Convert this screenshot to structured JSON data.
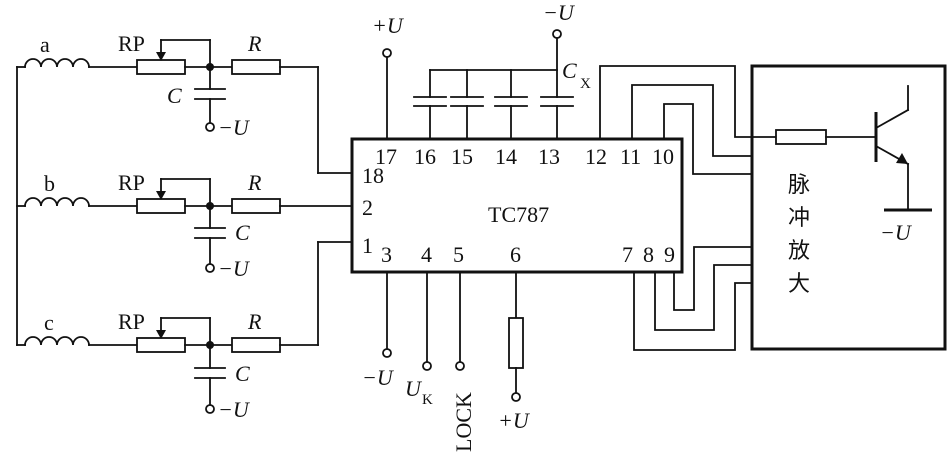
{
  "labels": {
    "coil_a": "a",
    "coil_b": "b",
    "coil_c": "c",
    "rp_a": "RP",
    "rp_b": "RP",
    "rp_c": "RP",
    "r_a": "R",
    "r_b": "R",
    "r_c": "R",
    "c_a": "C",
    "c_b": "C",
    "c_c": "C",
    "neg_u_a": "−U",
    "neg_u_b": "−U",
    "neg_u_c": "−U",
    "pos_u_17": "+U",
    "neg_u_13": "−U",
    "cx": "C",
    "cx_sub": "X",
    "chip_name": "TC787",
    "pin_17": "17",
    "pin_16": "16",
    "pin_15": "15",
    "pin_14": "14",
    "pin_13": "13",
    "pin_12": "12",
    "pin_11": "11",
    "pin_10": "10",
    "pin_18": "18",
    "pin_2": "2",
    "pin_1": "1",
    "pin_3": "3",
    "pin_4": "4",
    "pin_5": "5",
    "pin_6": "6",
    "pin_7": "7",
    "pin_8": "8",
    "pin_9": "9",
    "neg_u_3": "−U",
    "uk": "U",
    "uk_sub": "K",
    "lock": "LOCK",
    "pos_u_6": "+U",
    "amp_1": "脉",
    "amp_2": "冲",
    "amp_3": "放",
    "amp_4": "大",
    "neg_u_emitter": "−U"
  }
}
